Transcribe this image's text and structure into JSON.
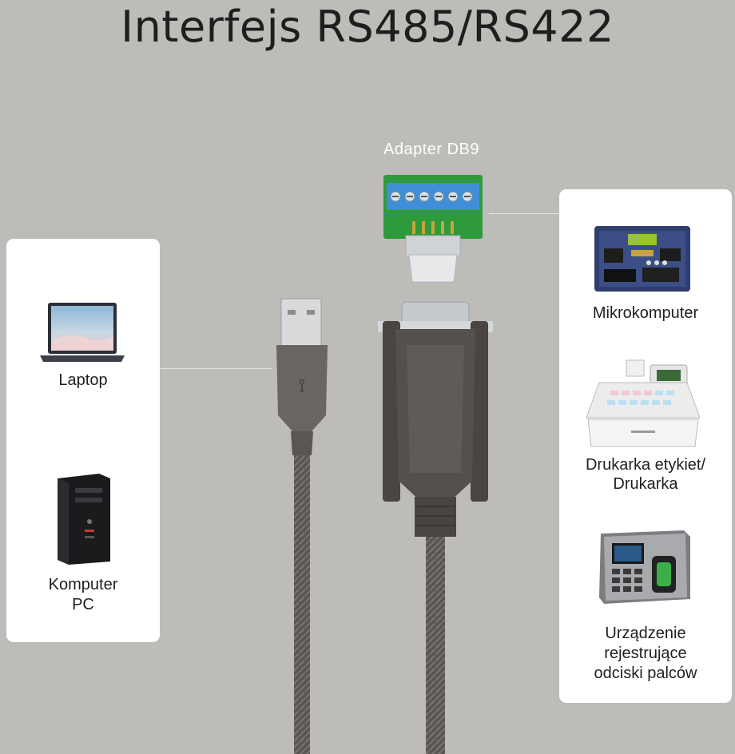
{
  "title": "Interfejs RS485/RS422",
  "adapter": {
    "label": "Adapter DB9"
  },
  "left_panel": {
    "items": [
      {
        "label": "Laptop",
        "icon": "laptop-icon"
      },
      {
        "label_line1": "Komputer",
        "label_line2": "PC",
        "icon": "desktop-pc-icon"
      }
    ]
  },
  "right_panel": {
    "items": [
      {
        "label": "Mikrokomputer",
        "icon": "microcomputer-board-icon"
      },
      {
        "label_line1": "Drukarka etykiet/",
        "label_line2": "Drukarka",
        "icon": "cash-register-printer-icon"
      },
      {
        "label_line1": "Urządzenie",
        "label_line2": "rejestrujące",
        "label_line3": "odciski palców",
        "icon": "fingerprint-terminal-icon"
      }
    ]
  },
  "colors": {
    "background": "#bdbcb9",
    "panel": "#ffffff",
    "cable": "#4a4746",
    "terminal_block": "#3f8fd6",
    "pcb": "#2e9a3c"
  }
}
